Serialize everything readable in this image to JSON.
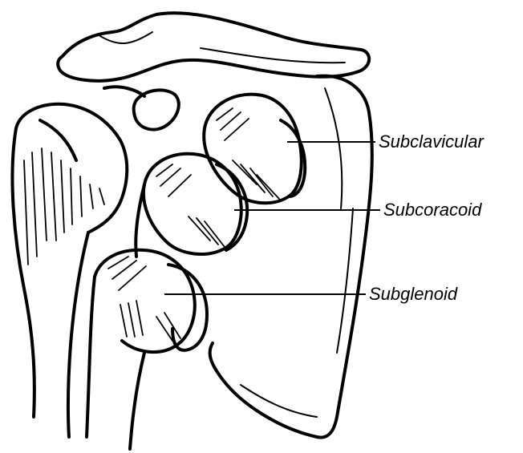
{
  "labels": {
    "subclavicular": "Subclavicular",
    "subcoracoid": "Subcoracoid",
    "subglenoid": "Subglenoid"
  },
  "colors": {
    "ink": "#000000",
    "background": "#ffffff"
  }
}
